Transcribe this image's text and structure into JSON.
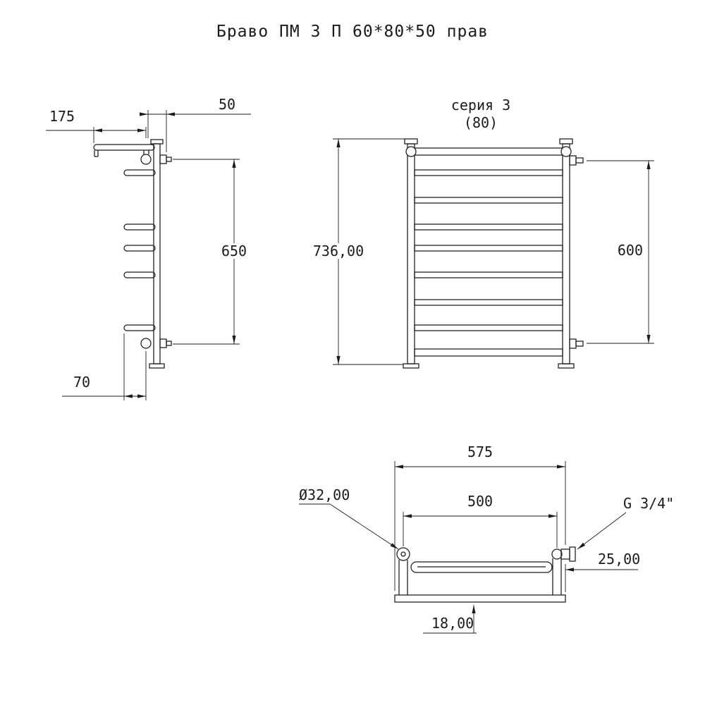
{
  "title": "Браво ПМ 3 П 60*80*50 прав",
  "side_view": {
    "dim_shelf": "175",
    "dim_depth": "50",
    "dim_height": "650",
    "dim_bottom": "70"
  },
  "front_view": {
    "series": "серия 3",
    "series_width": "(80)",
    "dim_total_height": "736,00",
    "dim_center_height": "600"
  },
  "top_view": {
    "dim_overall_width": "575",
    "dim_center_width": "500",
    "dim_diameter": "Ø32,00",
    "dim_thread": "G 3/4\"",
    "dim_gap": "25,00",
    "dim_tube": "18,00"
  }
}
